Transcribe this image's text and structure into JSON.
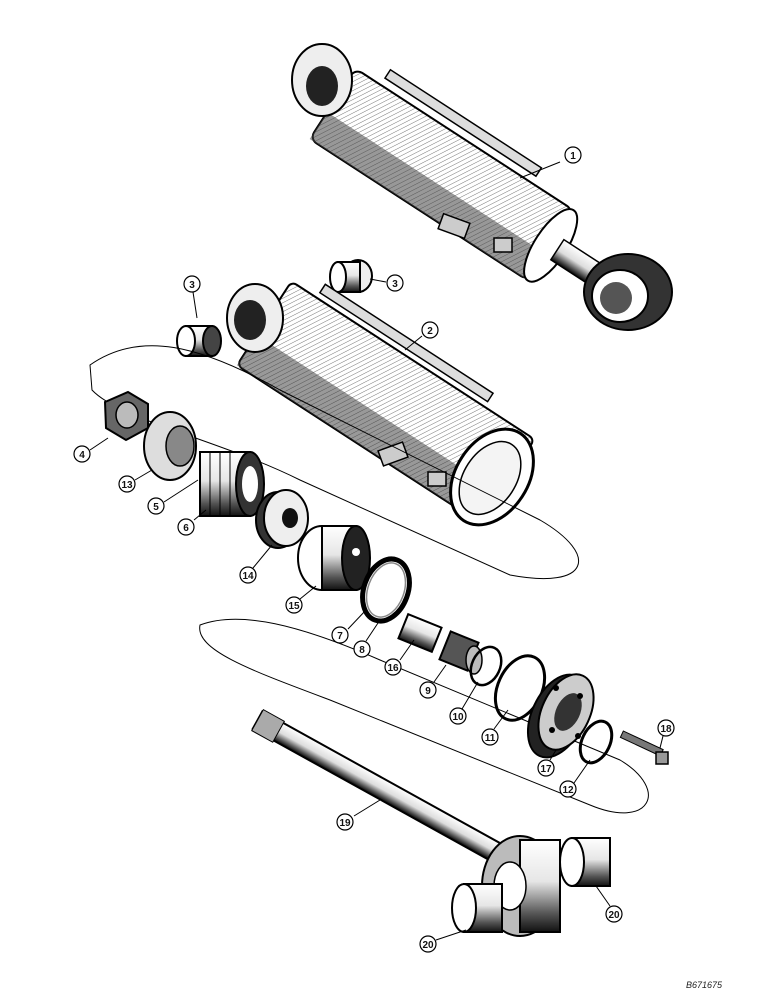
{
  "diagram": {
    "type": "exploded-parts-view",
    "subject": "hydraulic cylinder",
    "callouts": [
      {
        "id": "c1",
        "label": "1"
      },
      {
        "id": "c2",
        "label": "2"
      },
      {
        "id": "c3a",
        "label": "3"
      },
      {
        "id": "c3b",
        "label": "3"
      },
      {
        "id": "c4",
        "label": "4"
      },
      {
        "id": "c5",
        "label": "5"
      },
      {
        "id": "c6",
        "label": "6"
      },
      {
        "id": "c7",
        "label": "7"
      },
      {
        "id": "c8",
        "label": "8"
      },
      {
        "id": "c9",
        "label": "9"
      },
      {
        "id": "c10",
        "label": "10"
      },
      {
        "id": "c11",
        "label": "11"
      },
      {
        "id": "c12",
        "label": "12"
      },
      {
        "id": "c13",
        "label": "13"
      },
      {
        "id": "c14",
        "label": "14"
      },
      {
        "id": "c15",
        "label": "15"
      },
      {
        "id": "c16",
        "label": "16"
      },
      {
        "id": "c17",
        "label": "17"
      },
      {
        "id": "c18",
        "label": "18"
      },
      {
        "id": "c19",
        "label": "19"
      },
      {
        "id": "c20a",
        "label": "20"
      },
      {
        "id": "c20b",
        "label": "20"
      }
    ],
    "reference_code": "B671675"
  }
}
